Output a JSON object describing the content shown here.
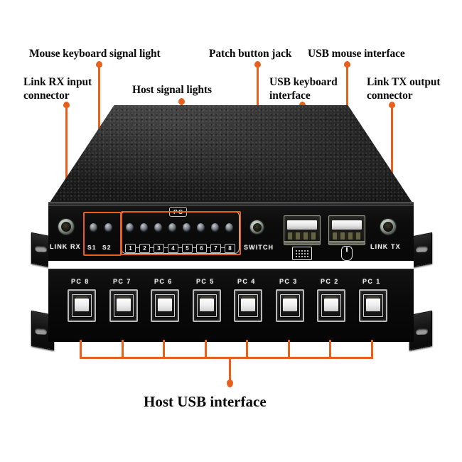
{
  "annotations": {
    "mouse_keyboard_signal_light": "Mouse keyboard signal light",
    "patch_button_jack": "Patch button jack",
    "usb_mouse_interface": "USB mouse interface",
    "link_rx_input_connector": "Link RX input\nconnector",
    "host_signal_lights": "Host signal lights",
    "usb_keyboard_interface": "USB keyboard\ninterface",
    "link_tx_output_connector": "Link TX output\nconnector",
    "host_usb_interface": "Host USB interface"
  },
  "device": {
    "panel_labels": {
      "link_rx": "LINK RX",
      "link_tx": "LINK TX",
      "switch": "SWITCH",
      "s1": "S1",
      "s2": "S2",
      "pc_group": "PC"
    },
    "host_led_numbers": [
      "1",
      "2",
      "3",
      "4",
      "5",
      "6",
      "7",
      "8"
    ],
    "host_usb_labels": [
      "PC 8",
      "PC 7",
      "PC 6",
      "PC 5",
      "PC 4",
      "PC 3",
      "PC 2",
      "PC 1"
    ],
    "icons": {
      "keyboard": "keyboard-icon",
      "mouse": "mouse-icon"
    }
  },
  "colors": {
    "accent": "#e8601c",
    "background": "#ffffff",
    "chassis": "#0a0a0a",
    "silkscreen": "#f2f2f2"
  }
}
